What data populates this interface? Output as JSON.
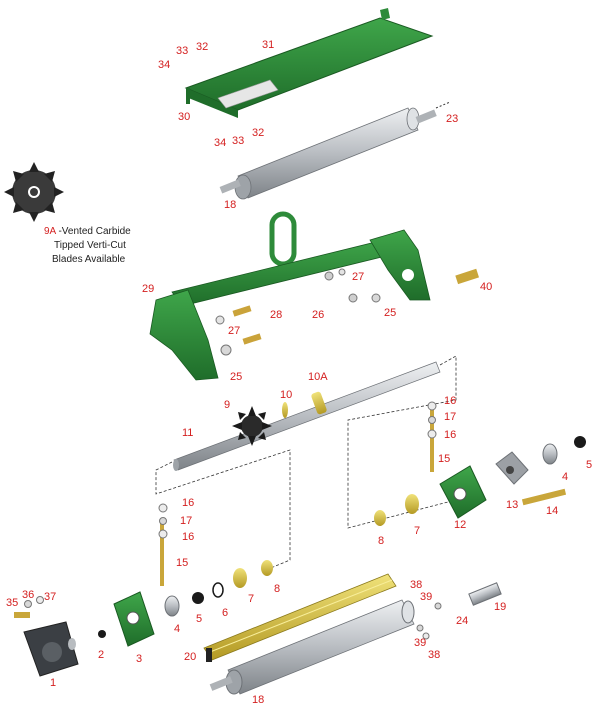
{
  "colors": {
    "callout": "#d42020",
    "frame_green": "#2e8b3a",
    "frame_green_dark": "#1f6d2a",
    "steel": "#c9ccd0",
    "steel_dark": "#8e9296",
    "gold": "#c9b23a",
    "gold_light": "#e8d86a",
    "black": "#1a1a1a"
  },
  "note": {
    "code": "9A",
    "line1": " -Vented Carbide",
    "line2": "Tipped Verti-Cut",
    "line3": "Blades Available"
  },
  "callouts": [
    "1",
    "2",
    "3",
    "4",
    "4",
    "5",
    "5",
    "6",
    "7",
    "7",
    "8",
    "8",
    "9",
    "10",
    "10A",
    "11",
    "12",
    "13",
    "14",
    "15",
    "15",
    "16",
    "16",
    "16",
    "16",
    "17",
    "17",
    "18",
    "18",
    "19",
    "20",
    "23",
    "24",
    "25",
    "25",
    "26",
    "27",
    "27",
    "28",
    "29",
    "30",
    "31",
    "32",
    "32",
    "33",
    "33",
    "34",
    "34",
    "35",
    "36",
    "37",
    "38",
    "38",
    "39",
    "39",
    "40"
  ]
}
